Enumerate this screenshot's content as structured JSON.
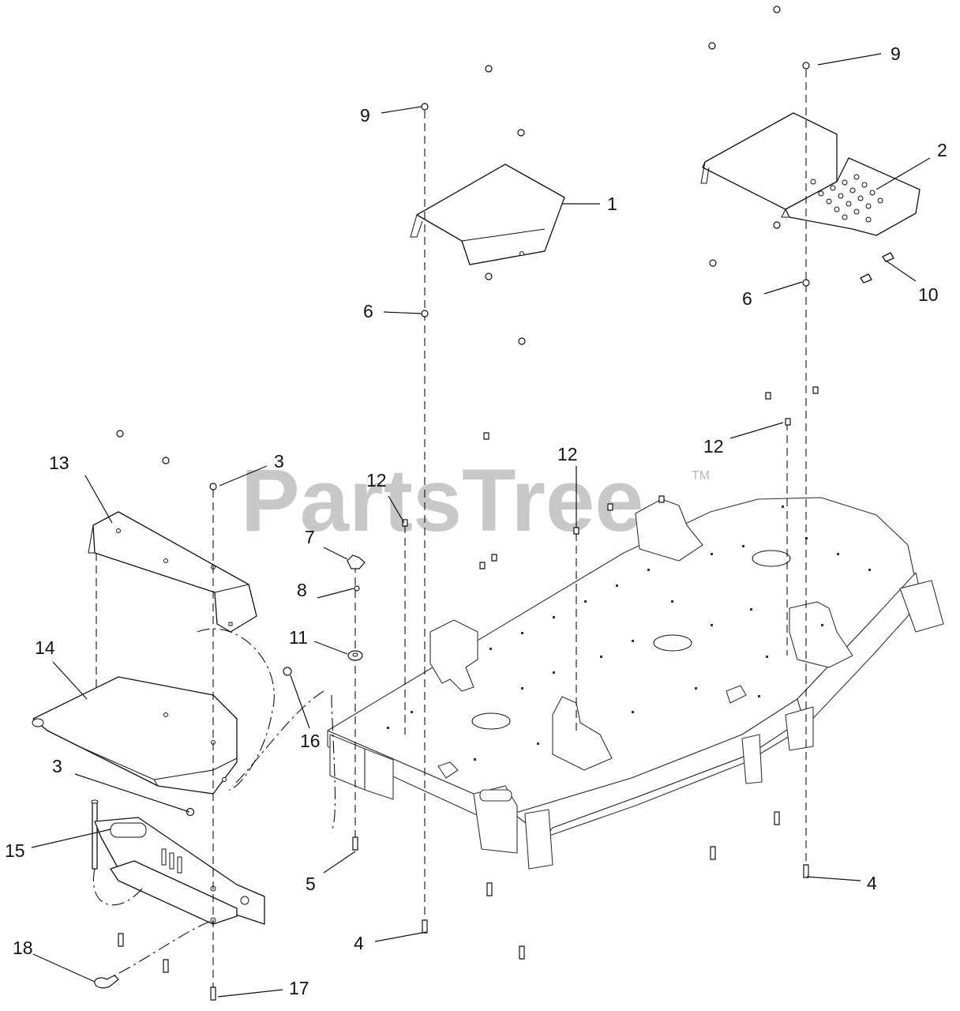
{
  "watermark": {
    "brand": "PartsTree",
    "trademark": "TM"
  },
  "callouts": [
    {
      "id": "c1",
      "label": "1"
    },
    {
      "id": "c2",
      "label": "2"
    },
    {
      "id": "c3a",
      "label": "3"
    },
    {
      "id": "c3b",
      "label": "3"
    },
    {
      "id": "c4a",
      "label": "4"
    },
    {
      "id": "c4b",
      "label": "4"
    },
    {
      "id": "c5",
      "label": "5"
    },
    {
      "id": "c6a",
      "label": "6"
    },
    {
      "id": "c6b",
      "label": "6"
    },
    {
      "id": "c7",
      "label": "7"
    },
    {
      "id": "c8",
      "label": "8"
    },
    {
      "id": "c9a",
      "label": "9"
    },
    {
      "id": "c9b",
      "label": "9"
    },
    {
      "id": "c10",
      "label": "10"
    },
    {
      "id": "c11",
      "label": "11"
    },
    {
      "id": "c12a",
      "label": "12"
    },
    {
      "id": "c12b",
      "label": "12"
    },
    {
      "id": "c12c",
      "label": "12"
    },
    {
      "id": "c13",
      "label": "13"
    },
    {
      "id": "c14",
      "label": "14"
    },
    {
      "id": "c15",
      "label": "15"
    },
    {
      "id": "c16",
      "label": "16"
    },
    {
      "id": "c17",
      "label": "17"
    },
    {
      "id": "c18",
      "label": "18"
    }
  ]
}
